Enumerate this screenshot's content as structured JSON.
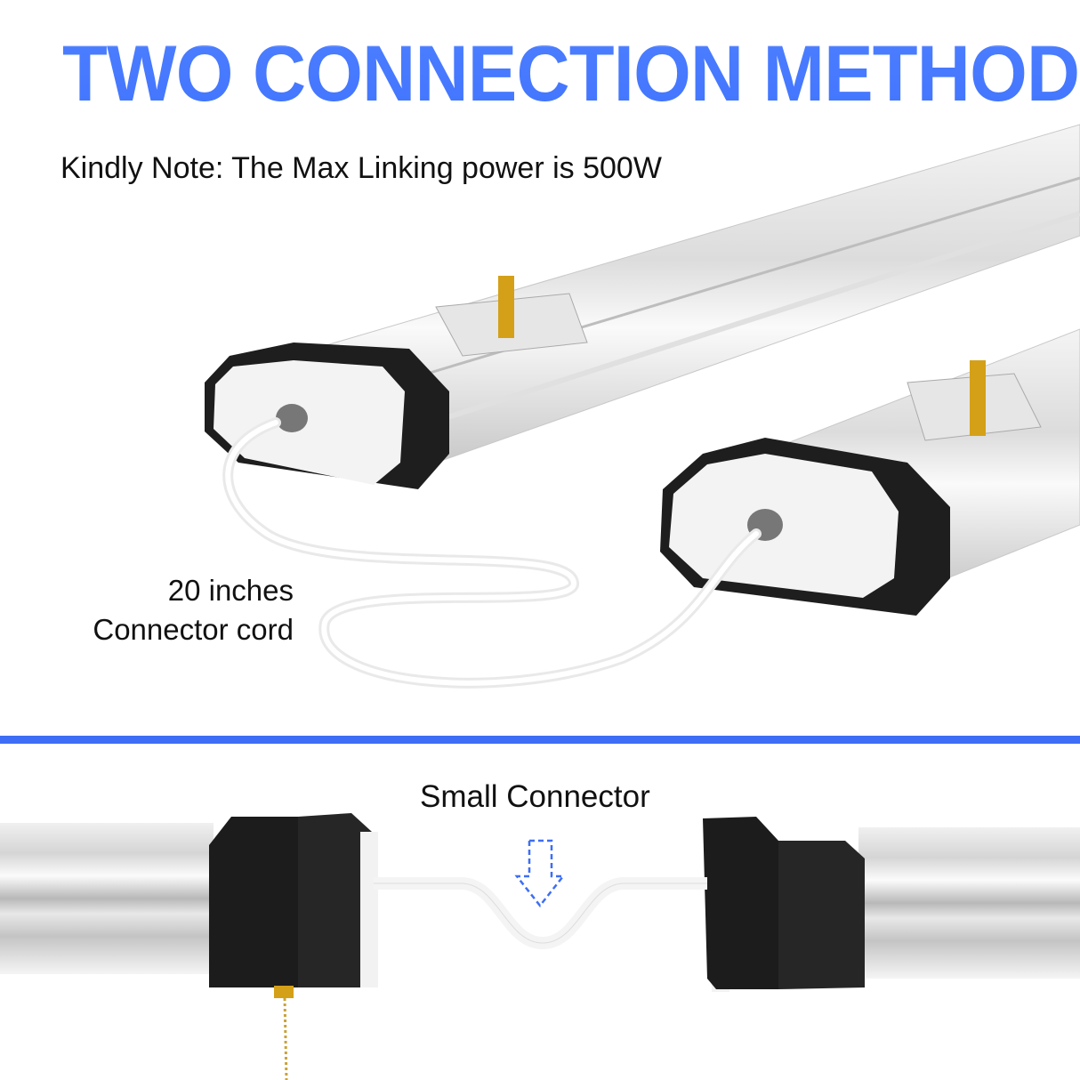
{
  "title": "TWO CONNECTION METHODS",
  "note": "Kindly Note: The Max Linking power is 500W",
  "cord_label": {
    "line1": "20 inches",
    "line2": "Connector cord"
  },
  "small_connector_label": "Small Connector",
  "colors": {
    "accent": "#3d6ef5",
    "title_blue": "#4477ff",
    "end_cap": "#1e1e1e",
    "brass": "#d4a017"
  },
  "icons": [
    "dashed-arrow-down-icon"
  ]
}
